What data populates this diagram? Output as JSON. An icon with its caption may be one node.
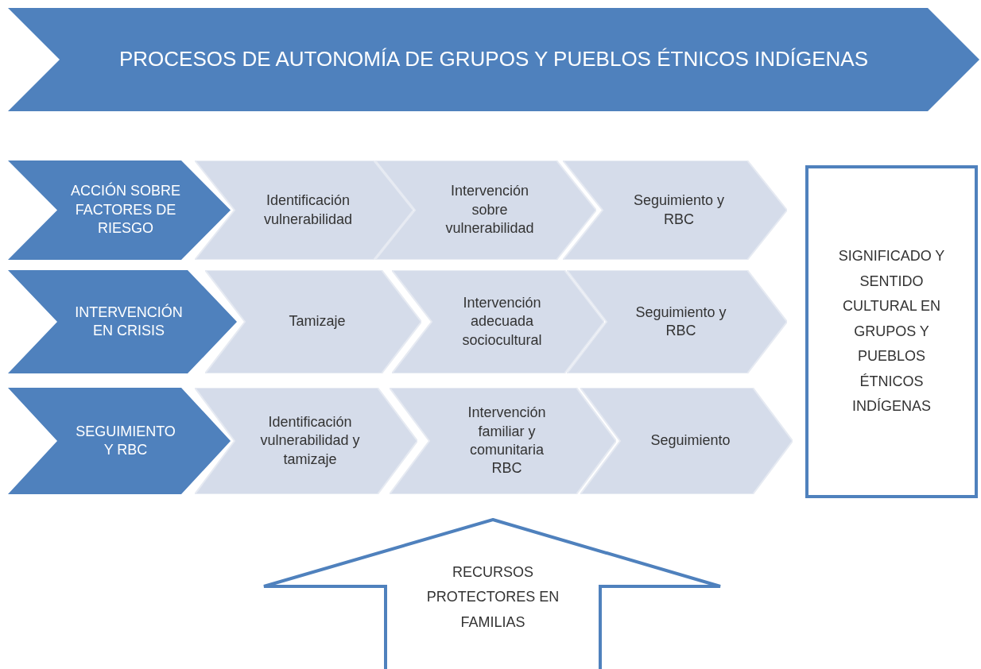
{
  "diagram": {
    "nodes": [
      {
        "text": [
          "PROCESOS DE AUTONOMÍA DE GRUPOS Y PUEBLOS ÉTNICOS INDÍGENAS"
        ]
      },
      {
        "text": [
          "ACCIÓN SOBRE FACTORES DE RIESGO"
        ]
      },
      {
        "text": [
          "Identificación vulnerabilidad"
        ]
      },
      {
        "text": [
          "Intervención sobre vulnerabilidad"
        ]
      },
      {
        "text": [
          "Seguimiento y RBC"
        ]
      },
      {
        "text": [
          "INTERVENCIÓN EN CRISIS"
        ]
      },
      {
        "text": [
          "Tamizaje"
        ]
      },
      {
        "text": [
          "Intervención adecuada sociocultural"
        ]
      },
      {
        "text": [
          "Seguimiento y RBC"
        ]
      },
      {
        "text": [
          "SEGUIMIENTO Y RBC"
        ]
      },
      {
        "text": [
          "Identificación vulnerabilidad y tamizaje"
        ]
      },
      {
        "text": [
          "Intervención familiar y comunitaria RBC"
        ]
      },
      {
        "text": [
          "Seguimiento"
        ]
      },
      {
        "text": [
          "SIGNIFICADO Y SENTIDO CULTURAL EN GRUPOS Y PUEBLOS ÉTNICOS INDÍGENAS"
        ]
      },
      {
        "text": [
          "RECURSOS PROTECTORES EN FAMILIAS"
        ]
      }
    ]
  }
}
